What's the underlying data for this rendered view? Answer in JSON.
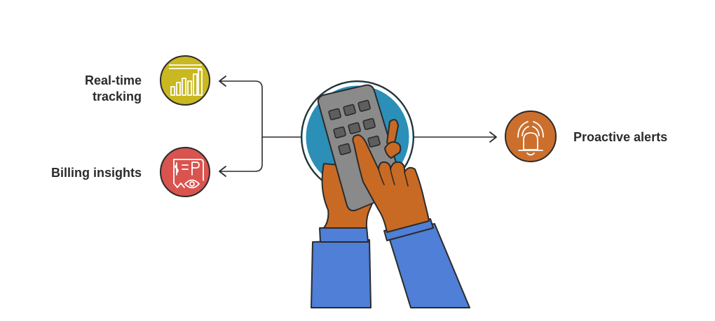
{
  "nodes": {
    "realtime": {
      "line1": "Real-time",
      "line2": "tracking",
      "icon": "bar-chart-icon",
      "color": "#c9b81f"
    },
    "billing": {
      "label": "Billing insights",
      "icon": "receipt-eye-icon",
      "color": "#d9534f"
    },
    "alerts": {
      "label": "Proactive alerts",
      "icon": "bell-alert-icon",
      "color": "#cc6f2c"
    }
  },
  "center": {
    "illustration": "hands-holding-phone-icon",
    "circle_color": "#2b8fb8"
  }
}
